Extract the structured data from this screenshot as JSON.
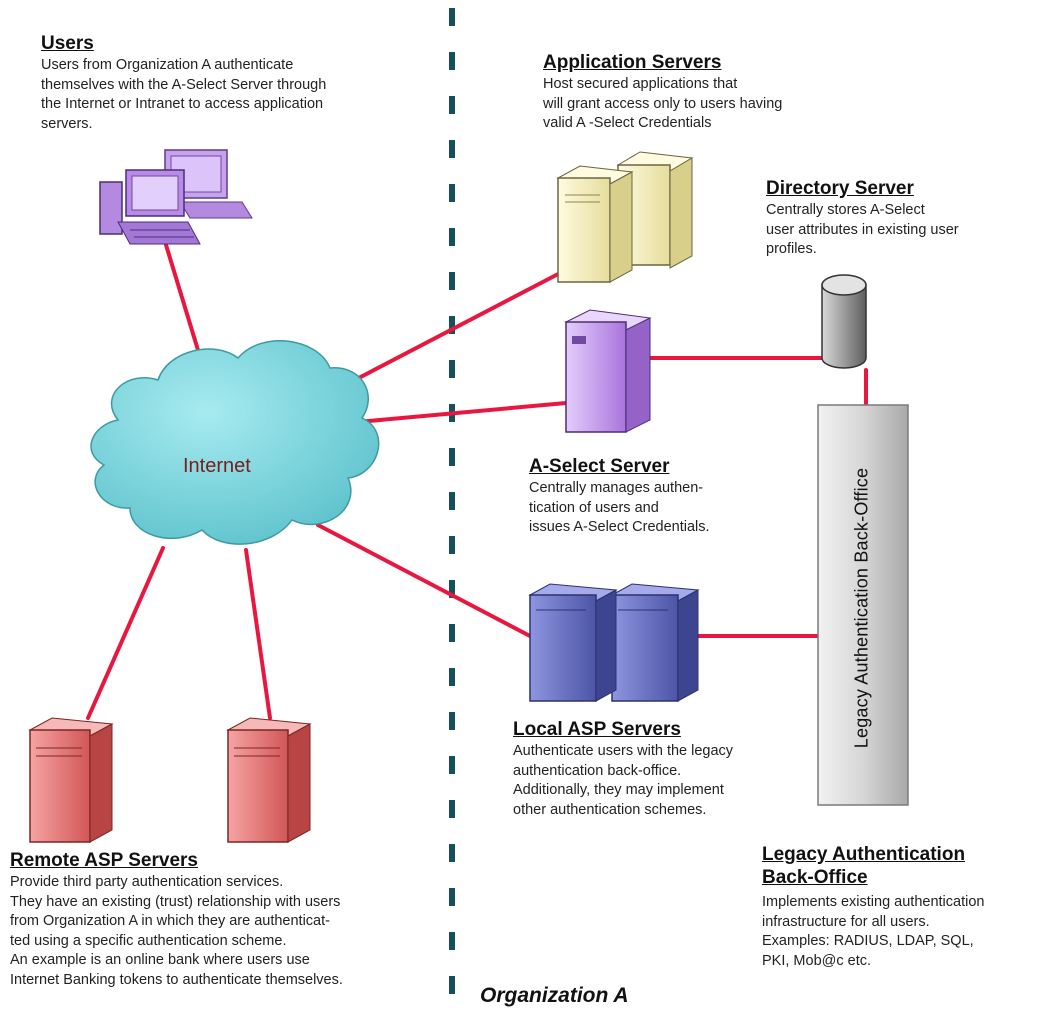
{
  "colors": {
    "link": "#e8173f",
    "divider": "#15505c",
    "cloud": "#7fd6de",
    "purple": "#b98be8",
    "yellow": "#f4ecb8",
    "blue": "#6a73c6",
    "red": "#e27272",
    "gray": "#c8c8c8"
  },
  "users": {
    "title": "Users",
    "lines": [
      "Users from Organization A authenticate",
      "themselves with the A-Select Server through",
      "the Internet or Intranet to access application",
      "servers."
    ]
  },
  "app_servers": {
    "title": "Application Servers",
    "lines": [
      "Host secured applications that",
      "will grant access only to users having",
      "valid A -Select Credentials"
    ]
  },
  "directory": {
    "title": "Directory Server",
    "lines": [
      "Centrally stores A-Select",
      "user attributes in existing user",
      "profiles."
    ]
  },
  "aselect": {
    "title": "A-Select Server",
    "lines": [
      "Centrally manages authen-",
      "tication of users and",
      "issues A-Select Credentials."
    ]
  },
  "local_asp": {
    "title": "Local ASP Servers",
    "lines": [
      "Authenticate users with the legacy",
      "authentication back-office.",
      "Additionally, they may implement",
      "other authentication schemes."
    ]
  },
  "remote_asp": {
    "title": "Remote ASP Servers",
    "lines": [
      "Provide third party authentication services.",
      "They have an existing (trust) relationship with users",
      "from Organization A in which they are authenticat-",
      "ted using a specific authentication scheme.",
      "An example is an online bank where users use",
      "Internet Banking tokens to authenticate themselves."
    ]
  },
  "legacy": {
    "title_line1": "Legacy Authentication",
    "title_line2": "Back-Office",
    "bar_label": "Legacy Authentication Back-Office",
    "lines": [
      "Implements existing authentication",
      "infrastructure for all users.",
      "Examples: RADIUS, LDAP, SQL,",
      "PKI, Mob@c etc."
    ]
  },
  "internet_label": "Internet",
  "organization_label": "Organization A"
}
